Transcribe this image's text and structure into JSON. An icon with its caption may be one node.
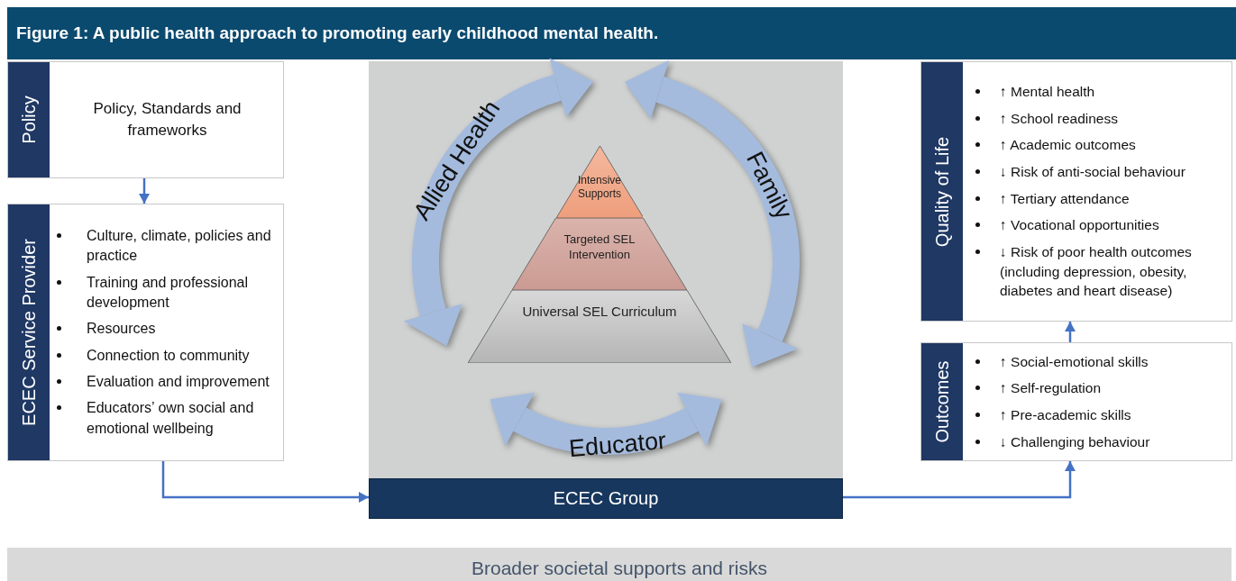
{
  "diagram": {
    "title": "Figure 1: A public health approach to promoting early childhood mental health.",
    "nodes": [
      {
        "text": [
          "Policy",
          "Policy, Standards and frameworks"
        ]
      },
      {
        "text": [
          "ECEC Service Provider",
          "Culture, climate, policies and practice",
          "Training and professional development",
          "Resources",
          "Connection to community",
          "Evaluation and improvement",
          "Educators’ own social and emotional wellbeing"
        ]
      },
      {
        "text": [
          "ECEC Group"
        ]
      },
      {
        "text": [
          "Intensive Supports"
        ],
        "in": 2
      },
      {
        "text": [
          "Targeted SEL Intervention"
        ],
        "in": 2
      },
      {
        "text": [
          "Universal SEL Curriculum"
        ],
        "in": 2
      },
      {
        "text": [
          "Quality of Life",
          "↑ Mental health",
          "↑ School readiness",
          "↑ Academic outcomes",
          "↓ Risk of anti-social behaviour",
          "↑ Tertiary attendance",
          "↑ Vocational opportunities",
          "↓ Risk of poor health outcomes (including depression, obesity, diabetes and heart disease)"
        ]
      },
      {
        "text": [
          "Outcomes",
          "↑ Social-emotional skills",
          "↑ Self-regulation",
          "↑ Pre-academic skills",
          "↓ Challenging behaviour"
        ]
      },
      {
        "text": [
          "Broader societal supports and risks"
        ]
      }
    ],
    "edges": [
      {
        "from": 0,
        "to": 1,
        "arrow": "to"
      },
      {
        "from": 1,
        "to": 2,
        "arrow": "to"
      },
      {
        "from": 2,
        "to": 7,
        "arrow": "to"
      },
      {
        "from": 7,
        "to": 6,
        "arrow": "to"
      }
    ],
    "labels": [
      "Allied Health",
      "Family",
      "Educator"
    ]
  }
}
